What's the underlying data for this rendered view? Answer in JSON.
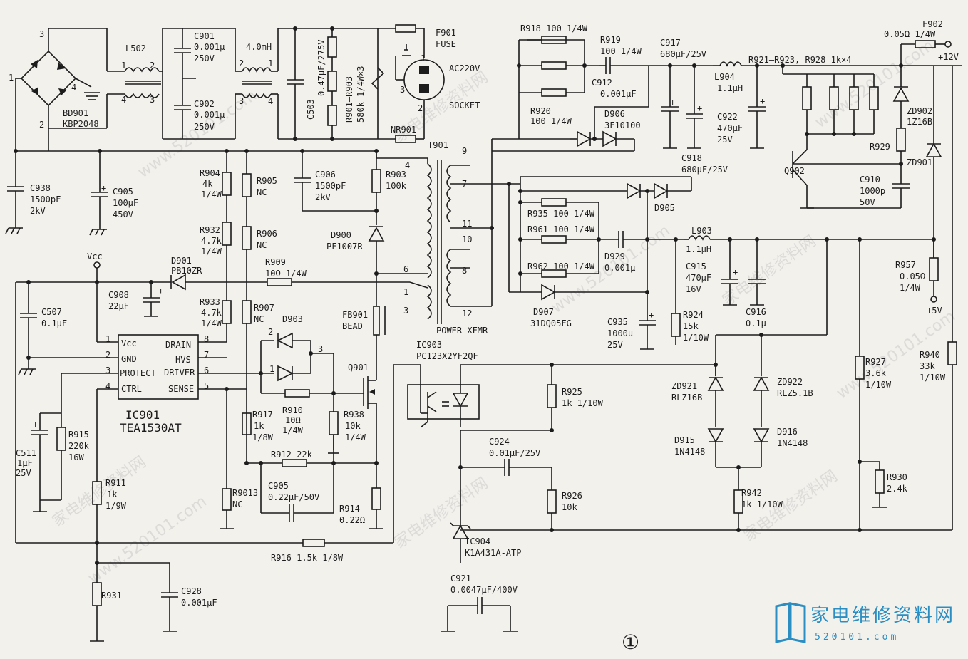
{
  "labels": {
    "bd901": "BD901",
    "bd901_part": "KBP2048",
    "l502": "L502",
    "l_4mh": "4.0mH",
    "c901": "C901",
    "c901_v": "0.001μ",
    "c901_r": "250V",
    "c902": "C902",
    "c902_v": "0.001μ",
    "c902_r": "250V",
    "c503": "C503",
    "c503_v": "0.47μF/275V",
    "r901": "R901–R903",
    "r901_v": "580k 1/4W×3",
    "f901": "F901",
    "fuse": "FUSE",
    "socket_v": "AC220V",
    "socket": "SOCKET",
    "nr901": "NR901",
    "c938": "C938",
    "c938_v": "1500pF",
    "c938_r": "2kV",
    "c905a": "C905",
    "c905a_v": "100μF",
    "c905a_r": "450V",
    "r904": "R904",
    "r904_v": "4k",
    "r904_w": "1/4W",
    "r905": "R905",
    "r905_v": "NC",
    "c906": "C906",
    "c906_v": "1500pF",
    "c906_r": "2kV",
    "r903": "R903",
    "r903_v": "100k",
    "r932": "R932",
    "r932_v": "4.7k",
    "r932_w": "1/4W",
    "r906": "R906",
    "r906_v": "NC",
    "d900": "D900",
    "d900_part": "PF1007R",
    "vcc": "Vcc",
    "d901": "D901",
    "d901_part": "PB10ZR",
    "r909": "R909",
    "r909_v": "10Ω  1/4W",
    "c908": "C908",
    "c908_v": "22μF",
    "c507": "C507",
    "c507_v": "0.1μF",
    "r933": "R933",
    "r933_v": "4.7k",
    "r933_w": "1/4W",
    "r907": "R907",
    "r907_v": "NC",
    "d903": "D903",
    "fb901": "FB901",
    "fb901_part": "BEAD",
    "q901": "Q901",
    "ic901": "IC901",
    "ic901_part": "TEA1530AT",
    "pin_vcc": "Vcc",
    "pin_gnd": "GND",
    "pin_protect": "PROTECT",
    "pin_ctrl": "CTRL",
    "pin_drain": "DRAIN",
    "pin_hvs": "HVS",
    "pin_driver": "DRIVER",
    "pin_sense": "SENSE",
    "c511": "C511",
    "c511_v": "1μF",
    "c511_r": "25V",
    "r915": "R915",
    "r915_v": "220k",
    "r915_w": "16W",
    "r917": "R917",
    "r917_v": "1k",
    "r917_w": "1/8W",
    "r910": "R910",
    "r910_v": "10Ω",
    "r910_w": "1/4W",
    "r938": "R938",
    "r938_v": "10k",
    "r938_w": "1/4W",
    "r912": "R912  22k",
    "r911": "R911",
    "r911_v": "1k",
    "r911_w": "1/9W",
    "r9013": "R9013",
    "r9013_v": "NC",
    "c905b": "C905",
    "c905b_v": "0.22μF/50V",
    "r914": "R914",
    "r914_v": "0.22Ω",
    "r916": "R916  1.5k  1/8W",
    "r931": "R931",
    "c928": "C928",
    "c928_v": "0.001μF",
    "t901": "T901",
    "xfmr": "POWER XFMR",
    "ic903": "IC903",
    "ic903_part": "PC123X2YF2QF",
    "c924": "C924",
    "c924_v": "0.01μF/25V",
    "r925": "R925",
    "r925_v": "1k  1/10W",
    "r926": "R926",
    "r926_v": "10k",
    "ic904": "IC904",
    "ic904_part": "K1A431A-ATP",
    "c921": "C921",
    "c921_v": "0.0047μF/400V",
    "r918": "R918  100  1/4W",
    "r919": "R919",
    "r919_v": "100  1/4W",
    "c912": "C912",
    "c912_v": "0.001μF",
    "r920": "R920",
    "r920_v": "100  1/4W",
    "d906": "D906",
    "d906_part": "3F10100",
    "c917": "C917",
    "c917_v": "680μF/25V",
    "l904": "L904",
    "l904_v": "1.1μH",
    "c922": "C922",
    "c922_v": "470μF",
    "c922_r": "25V",
    "c918": "C918",
    "c918_v": "680μF/25V",
    "r921": "R921–R923,  R928  1k×4",
    "f902": "F902",
    "f902_v": "0.05Ω  1/4W",
    "out12": "+12V",
    "zd902": "ZD902",
    "zd902_part": "1Z16B",
    "r929": "R929",
    "q902": "Q902",
    "zd901": "ZD901",
    "c910": "C910",
    "c910_v": "1000p",
    "c910_r": "50V",
    "d905": "D905",
    "r935": "R935  100  1/4W",
    "r961": "R961  100  1/4W",
    "r962": "R962  100  1/4W",
    "d929": "D929",
    "d929_v": "0.001μ",
    "d907": "D907",
    "d907_part": "31DQ05FG",
    "c935": "C935",
    "c935_v": "1000μ",
    "c935_r": "25V",
    "l903": "L903",
    "l903_v": "1.1μH",
    "c915": "C915",
    "c915_v": "470μF",
    "c915_r": "16V",
    "c916": "C916",
    "c916_v": "0.1μ",
    "r957": "R957",
    "r957_v": "0.05Ω",
    "r957_w": "1/4W",
    "out5": "+5V",
    "r924": "R924",
    "r924_v": "15k",
    "r924_w": "1/10W",
    "zd921": "ZD921",
    "zd921_part": "RLZ16B",
    "zd922": "ZD922",
    "zd922_part": "RLZ5.1B",
    "d915": "D915",
    "d915_part": "1N4148",
    "d916": "D916",
    "d916_part": "1N4148",
    "r927": "R927",
    "r927_v": "3.6k",
    "r927_w": "1/10W",
    "r940": "R940",
    "r940_v": "33k",
    "r940_w": "1/10W",
    "r930": "R930",
    "r930_v": "2.4k",
    "r942": "R942",
    "r942_v": "1k  1/10W"
  },
  "pins": {
    "bd_1": "1",
    "bd_2": "2",
    "bd_3": "3",
    "bd_4": "4",
    "l_1": "1",
    "l_2": "2",
    "l_3": "3",
    "l_4": "4",
    "s_1": "1",
    "s_2": "2",
    "s_3": "3",
    "ic_1": "1",
    "ic_2": "2",
    "ic_3": "3",
    "ic_4": "4",
    "ic_5": "5",
    "ic_6": "6",
    "ic_7": "7",
    "ic_8": "8",
    "d3_1": "1",
    "d3_2": "2",
    "d3_3": "3",
    "t_4": "4",
    "t_6": "6",
    "t_1": "1",
    "t_3": "3",
    "t_9": "9",
    "t_7": "7",
    "t_11": "11",
    "t_10": "10",
    "t_8": "8",
    "t_12": "12"
  },
  "watermark": {
    "text": "家电维修资料网",
    "url": "www.520101.com"
  },
  "logo": {
    "text": "家电维修资料网",
    "url": "520101.com",
    "color": "#2a8ec2"
  },
  "page_number": "①"
}
